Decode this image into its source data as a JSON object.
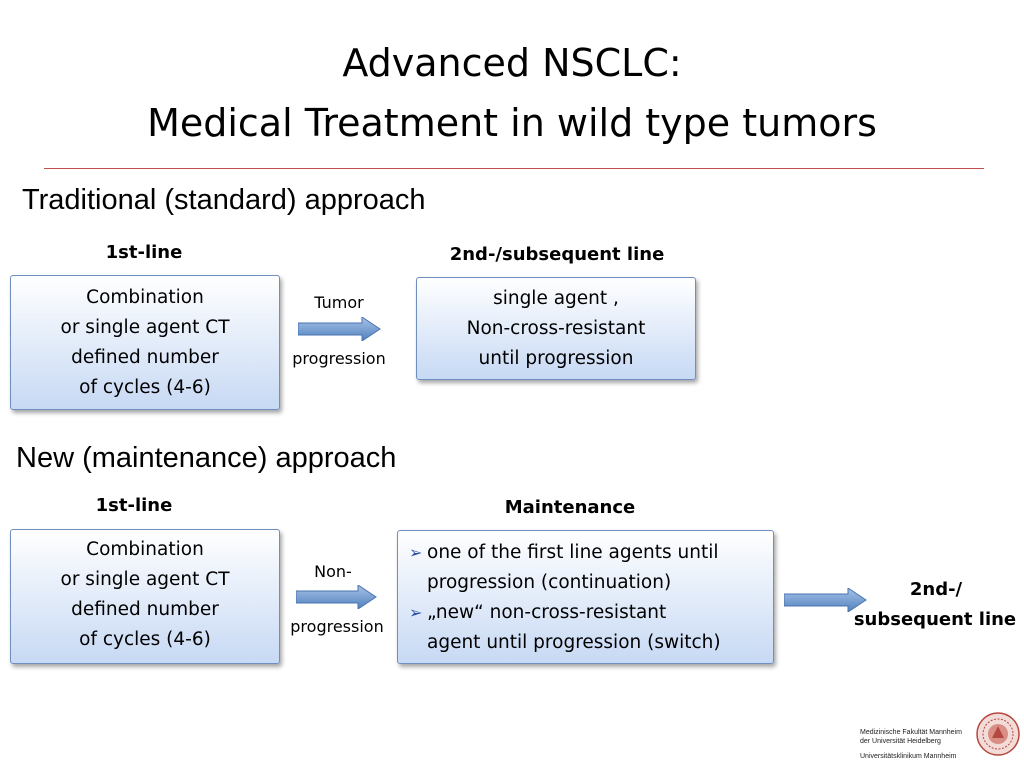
{
  "slide": {
    "title_line1": "Advanced NSCLC:",
    "title_line2": "Medical Treatment in wild type tumors"
  },
  "traditional": {
    "heading": "Traditional (standard) approach",
    "first_line_label": "1st-line",
    "first_line_box": [
      "Combination",
      "or single agent CT",
      "defined number",
      "of cycles (4-6)"
    ],
    "arrow_label_top": "Tumor",
    "arrow_label_bottom": "progression",
    "second_line_label": "2nd-/subsequent line",
    "second_line_box": [
      "single agent ,",
      "Non-cross-resistant",
      "until progression"
    ]
  },
  "maintenance": {
    "heading": "New (maintenance) approach",
    "first_line_label": "1st-line",
    "first_line_box": [
      "Combination",
      "or single agent CT",
      "defined number",
      "of cycles (4-6)"
    ],
    "arrow_label_top": "Non-",
    "arrow_label_bottom": "progression",
    "maintenance_label": "Maintenance",
    "maintenance_bullets": [
      [
        "one of  the first line agents until",
        "progression (continuation)"
      ],
      [
        "„new“ non-cross-resistant",
        "agent until progression (switch)"
      ]
    ],
    "bullet_icon": "arrow-bullet-icon",
    "next_label_line1": "2nd-/",
    "next_label_line2": "subsequent line"
  },
  "footer": {
    "logo_line1": "Medizinische Fakultät Mannheim",
    "logo_line2": "der Universität Heidelberg",
    "logo_line3": "Universitätsklinikum Mannheim",
    "seal_icon": "university-seal-icon"
  },
  "colors": {
    "rule": "#c0504d",
    "box_border": "#6f8fbf",
    "box_gradient_end": "#c7d9f4",
    "arrow": "#4f81bd",
    "bullet": "#2a4da3",
    "seal": "#b5483f"
  }
}
